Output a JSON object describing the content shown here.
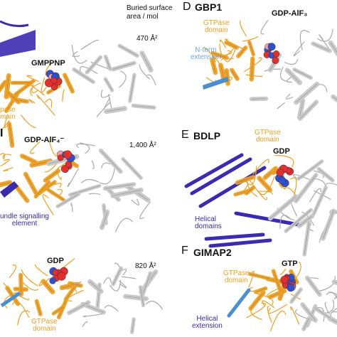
{
  "header": {
    "buried_label": "Buried surface\narea / mol"
  },
  "colors": {
    "gtpase": "#f0a020",
    "helical": "#3b2bb0",
    "nterm": "#4a8fd0",
    "partner": "#c8c8c8",
    "ligand_red": "#e03030",
    "ligand_blue": "#3050d0"
  },
  "panels": [
    {
      "ligand": "GMPPNP",
      "domain_label": "pase\nmain",
      "area": "470 Å²"
    },
    {
      "letter": "D",
      "name": "GBP1",
      "ligand": "GDP-AlF₃",
      "domain_label": "GTPase\ndomain",
      "extra_label": "N-term\nextension"
    },
    {
      "letter": "I",
      "ligand": "GDP-AlF₄⁻",
      "area": "1,400 Å²",
      "extra_label": "undle signalling\nelement"
    },
    {
      "letter": "E",
      "name": "BDLP",
      "ligand": "GDP",
      "domain_label": "GTPase\ndomain",
      "extra_label": "Helical\ndomains"
    },
    {
      "ligand": "GDP",
      "area": "820 Å²",
      "domain_label": "GTPase\ndomain"
    },
    {
      "letter": "F",
      "name": "GIMAP2",
      "ligand": "GTP",
      "domain_label": "GTPase\ndomain",
      "extra_label": "Helical\nextension"
    }
  ]
}
